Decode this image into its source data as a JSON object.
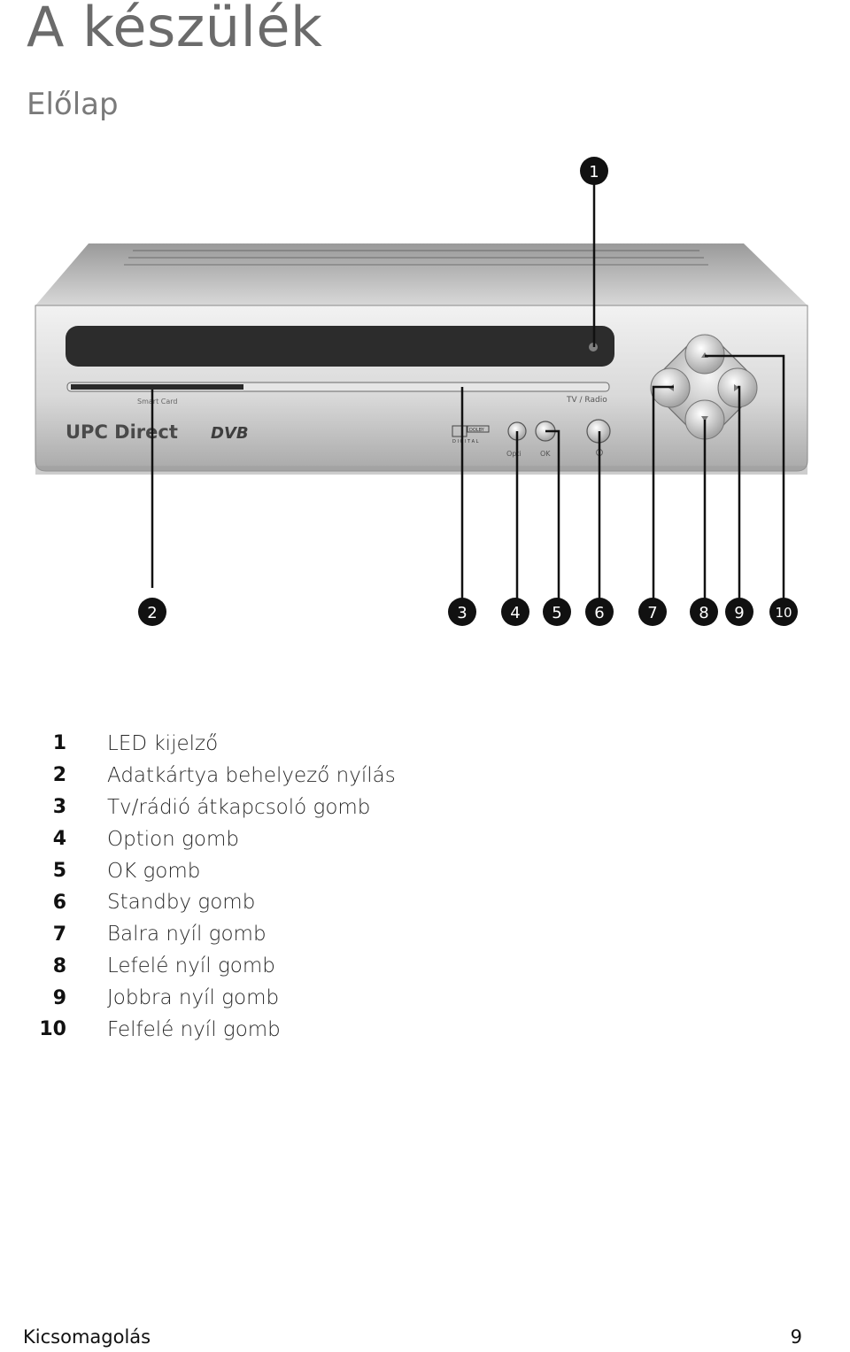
{
  "page": {
    "title": "A készülék",
    "subtitle": "Előlap",
    "footer_section": "Kicsomagolás",
    "page_number": "9"
  },
  "device": {
    "brand": "UPC Direct",
    "dvb_logo": "DVB",
    "dolby_logo": "DOLBY",
    "dolby_sub": "D I G I T A L",
    "smart_card_label": "Smart Card",
    "tv_radio_label": "TV / Radio",
    "opti_label": "Opti",
    "ok_label": "OK"
  },
  "callouts": [
    "1",
    "2",
    "3",
    "4",
    "5",
    "6",
    "7",
    "8",
    "9",
    "10"
  ],
  "legend": [
    {
      "num": "1",
      "text": "LED kijelző"
    },
    {
      "num": "2",
      "text": "Adatkártya behelyező nyílás"
    },
    {
      "num": "3",
      "text": "Tv/rádió átkapcsoló gomb"
    },
    {
      "num": "4",
      "text": "Option gomb"
    },
    {
      "num": "5",
      "text": "OK gomb"
    },
    {
      "num": "6",
      "text": "Standby gomb"
    },
    {
      "num": "7",
      "text": "Balra nyíl gomb"
    },
    {
      "num": "8",
      "text": "Lefelé nyíl gomb"
    },
    {
      "num": "9",
      "text": "Jobbra nyíl gomb"
    },
    {
      "num": "10",
      "text": "Felfelé nyíl gomb"
    }
  ]
}
